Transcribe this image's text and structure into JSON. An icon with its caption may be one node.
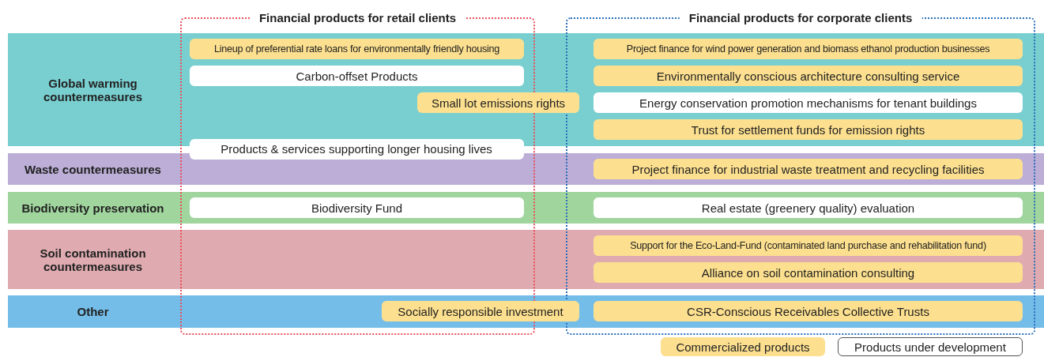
{
  "diagram": {
    "nodes": [
      {
        "text": [
          "Financial products for retail clients"
        ]
      },
      {
        "text": [
          "Financial products for corporate clients"
        ]
      },
      {
        "text": [
          "Global warming countermeasures"
        ]
      },
      {
        "text": [
          "Lineup of preferential rate loans for environmentally friendly housing"
        ]
      },
      {
        "text": [
          "Project finance for wind power generation and biomass ethanol production businesses"
        ]
      },
      {
        "text": [
          "Carbon-offset Products"
        ]
      },
      {
        "text": [
          "Environmentally conscious architecture consulting service"
        ]
      },
      {
        "text": [
          "Small lot emissions rights"
        ],
        "in": 2
      },
      {
        "text": [
          "Energy conservation promotion mechanisms for tenant buildings"
        ]
      },
      {
        "text": [
          "Trust for settlement funds for emission rights"
        ]
      },
      {
        "text": [
          "Products & services supporting longer housing lives"
        ],
        "in": 0
      },
      {
        "text": [
          "Waste countermeasures"
        ]
      },
      {
        "text": [
          "Project finance for industrial waste treatment and recycling facilities"
        ]
      },
      {
        "text": [
          "Biodiversity preservation"
        ]
      },
      {
        "text": [
          "Biodiversity Fund"
        ]
      },
      {
        "text": [
          "Real estate (greenery quality) evaluation"
        ]
      },
      {
        "text": [
          "Soil contamination countermeasures"
        ]
      },
      {
        "text": [
          "Support for the Eco-Land-Fund (contaminated land purchase and rehabilitation fund)"
        ]
      },
      {
        "text": [
          "Alliance on soil contamination consulting"
        ]
      },
      {
        "text": [
          "Other"
        ]
      },
      {
        "text": [
          "Socially responsible investment"
        ],
        "in": 19
      },
      {
        "text": [
          "CSR-Conscious Receivables Collective Trusts"
        ]
      }
    ],
    "edges": [],
    "legend": [
      {
        "text": "Commercialized products",
        "color": "#fde08f"
      },
      {
        "text": "Products under development",
        "color": "#ffffff"
      }
    ]
  }
}
